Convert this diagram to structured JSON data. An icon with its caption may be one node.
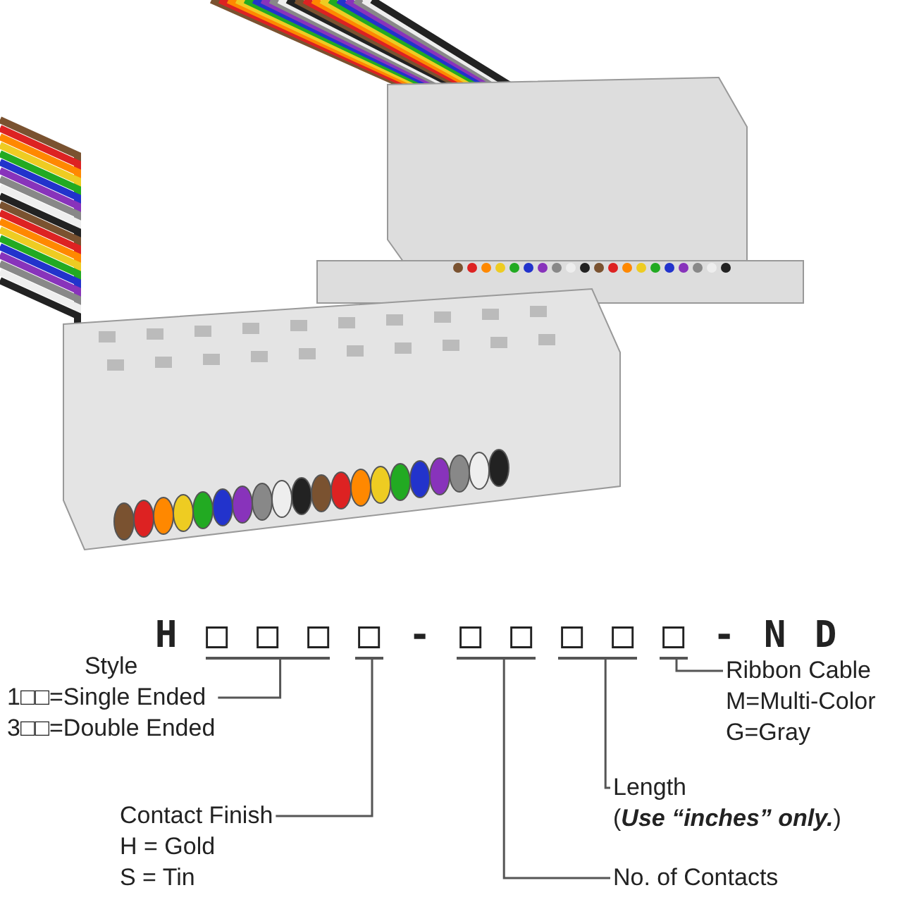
{
  "diagram": {
    "nodes": [
      {
        "text": [
          "Style",
          "1□□=Single Ended",
          "3□□=Double Ended"
        ]
      },
      {
        "text": [
          "Contact Finish",
          "H = Gold",
          "S = Tin"
        ]
      },
      {
        "text": [
          "No. of Contacts"
        ]
      },
      {
        "text": [
          "Length",
          "(**Use “inches” only.**)"
        ]
      },
      {
        "text": [
          "Ribbon Cable",
          "M=Multi-Color",
          "G=Gray"
        ]
      },
      {
        "text": [],
        "shape": "bar"
      },
      {
        "text": [],
        "shape": "bar"
      },
      {
        "text": [],
        "shape": "bar"
      },
      {
        "text": [],
        "shape": "bar"
      },
      {
        "text": [],
        "shape": "bar"
      }
    ],
    "edges": [
      {
        "from": 0,
        "to": 5,
        "arrow": "none"
      },
      {
        "from": 1,
        "to": 6,
        "arrow": "none"
      },
      {
        "from": 2,
        "to": 7,
        "arrow": "none"
      },
      {
        "from": 3,
        "to": 8,
        "arrow": "none"
      },
      {
        "from": 4,
        "to": 9,
        "arrow": "none"
      }
    ],
    "labels": [
      "H□□□□-□□□□□-ND"
    ]
  }
}
